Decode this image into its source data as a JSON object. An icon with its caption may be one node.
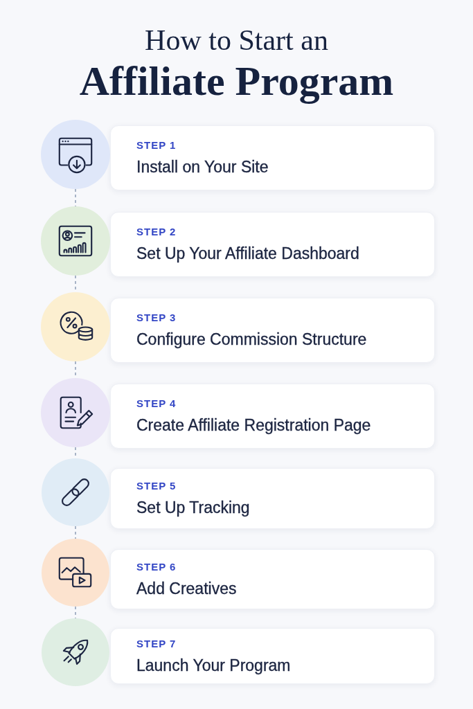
{
  "diagram": {
    "title": "How to Start an **Affiliate Program**",
    "nodes": [
      {
        "text": [],
        "shape": "circle"
      },
      {
        "text": [
          "STEP 1",
          "Install on Your Site"
        ]
      },
      {
        "text": [],
        "shape": "circle"
      },
      {
        "text": [
          "STEP 2",
          "Set Up Your Affiliate Dashboard"
        ]
      },
      {
        "text": [],
        "shape": "circle"
      },
      {
        "text": [
          "STEP 3",
          "Configure Commission Structure"
        ]
      },
      {
        "text": [],
        "shape": "circle"
      },
      {
        "text": [
          "STEP 4",
          "Create Affiliate Registration Page"
        ]
      },
      {
        "text": [],
        "shape": "circle"
      },
      {
        "text": [
          "STEP 5",
          "Set Up Tracking"
        ]
      },
      {
        "text": [],
        "shape": "circle"
      },
      {
        "text": [
          "STEP 6",
          "Add Creatives"
        ]
      },
      {
        "text": [],
        "shape": "circle"
      },
      {
        "text": [
          "STEP 7",
          "Launch Your Program"
        ]
      }
    ],
    "edges": [
      {
        "from": 0,
        "to": 2,
        "arrow": "none",
        "style": "dashed"
      },
      {
        "from": 2,
        "to": 4,
        "arrow": "none",
        "style": "dashed"
      },
      {
        "from": 4,
        "to": 6,
        "arrow": "none",
        "style": "dashed"
      },
      {
        "from": 6,
        "to": 8,
        "arrow": "none",
        "style": "dashed"
      },
      {
        "from": 8,
        "to": 10,
        "arrow": "none",
        "style": "dashed"
      },
      {
        "from": 10,
        "to": 12,
        "arrow": "none",
        "style": "dashed"
      }
    ]
  }
}
